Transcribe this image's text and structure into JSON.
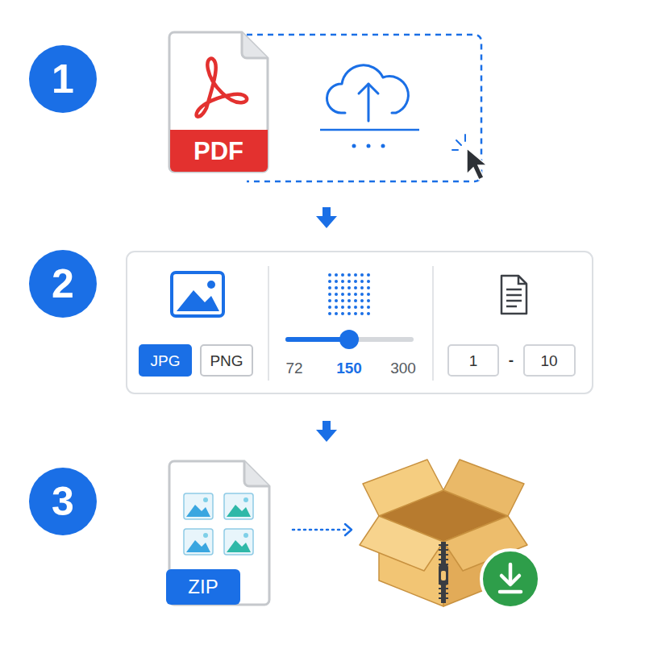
{
  "diagram": {
    "nodes": [
      {
        "text": [
          "1"
        ]
      },
      {
        "text": [
          "PDF"
        ]
      },
      {
        "text": [
          "2"
        ]
      },
      {
        "text": [
          "JPG"
        ]
      },
      {
        "text": [
          "PNG"
        ]
      },
      {
        "text": [
          "1"
        ]
      },
      {
        "text": [
          "10"
        ]
      },
      {
        "text": [
          "3"
        ]
      },
      {
        "text": [
          "ZIP"
        ]
      }
    ],
    "labels": [
      "72",
      "150",
      "300",
      "-"
    ]
  }
}
